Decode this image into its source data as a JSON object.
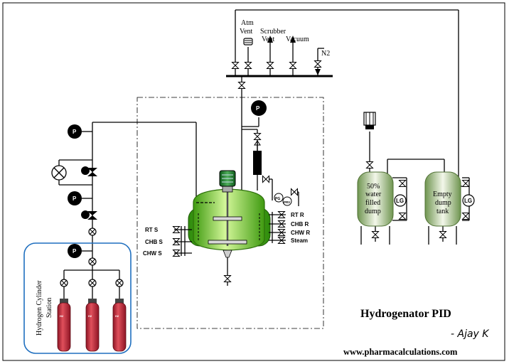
{
  "title": "Hydrogenator PID",
  "author": "- Ajay K",
  "website": "www.pharmacalculations.com",
  "vents": {
    "atm_line1": "Atm",
    "atm_line2": "Vent",
    "scrubber_line1": "Scrubber",
    "scrubber_line2": "Vent",
    "vacuum": "Vacuum",
    "n2": "N2"
  },
  "pressure_gauge": "P",
  "level_gauge": "LG",
  "instrument_pg": "PG",
  "instrument_prv": "PRV",
  "jacket_inlets": [
    "RT S",
    "CHB S",
    "CHW S"
  ],
  "jacket_outlets": [
    "RT R",
    "CHB R",
    "CHW R",
    "Steam"
  ],
  "cylinder_station_line1": "Hydrogen Cylinder",
  "cylinder_station_line2": "Station",
  "cylinder_label": "H2",
  "dump_tank_1": [
    "50%",
    "water",
    "filled",
    "dump"
  ],
  "dump_tank_2": [
    "Empty",
    "dump",
    "tank"
  ],
  "colors": {
    "vessel_green": "#5cc219",
    "vessel_light": "#c9f28a",
    "cylinder_red": "#c02a3a",
    "tank_green": "#8bb26a",
    "station_border": "#1f6fbf"
  }
}
